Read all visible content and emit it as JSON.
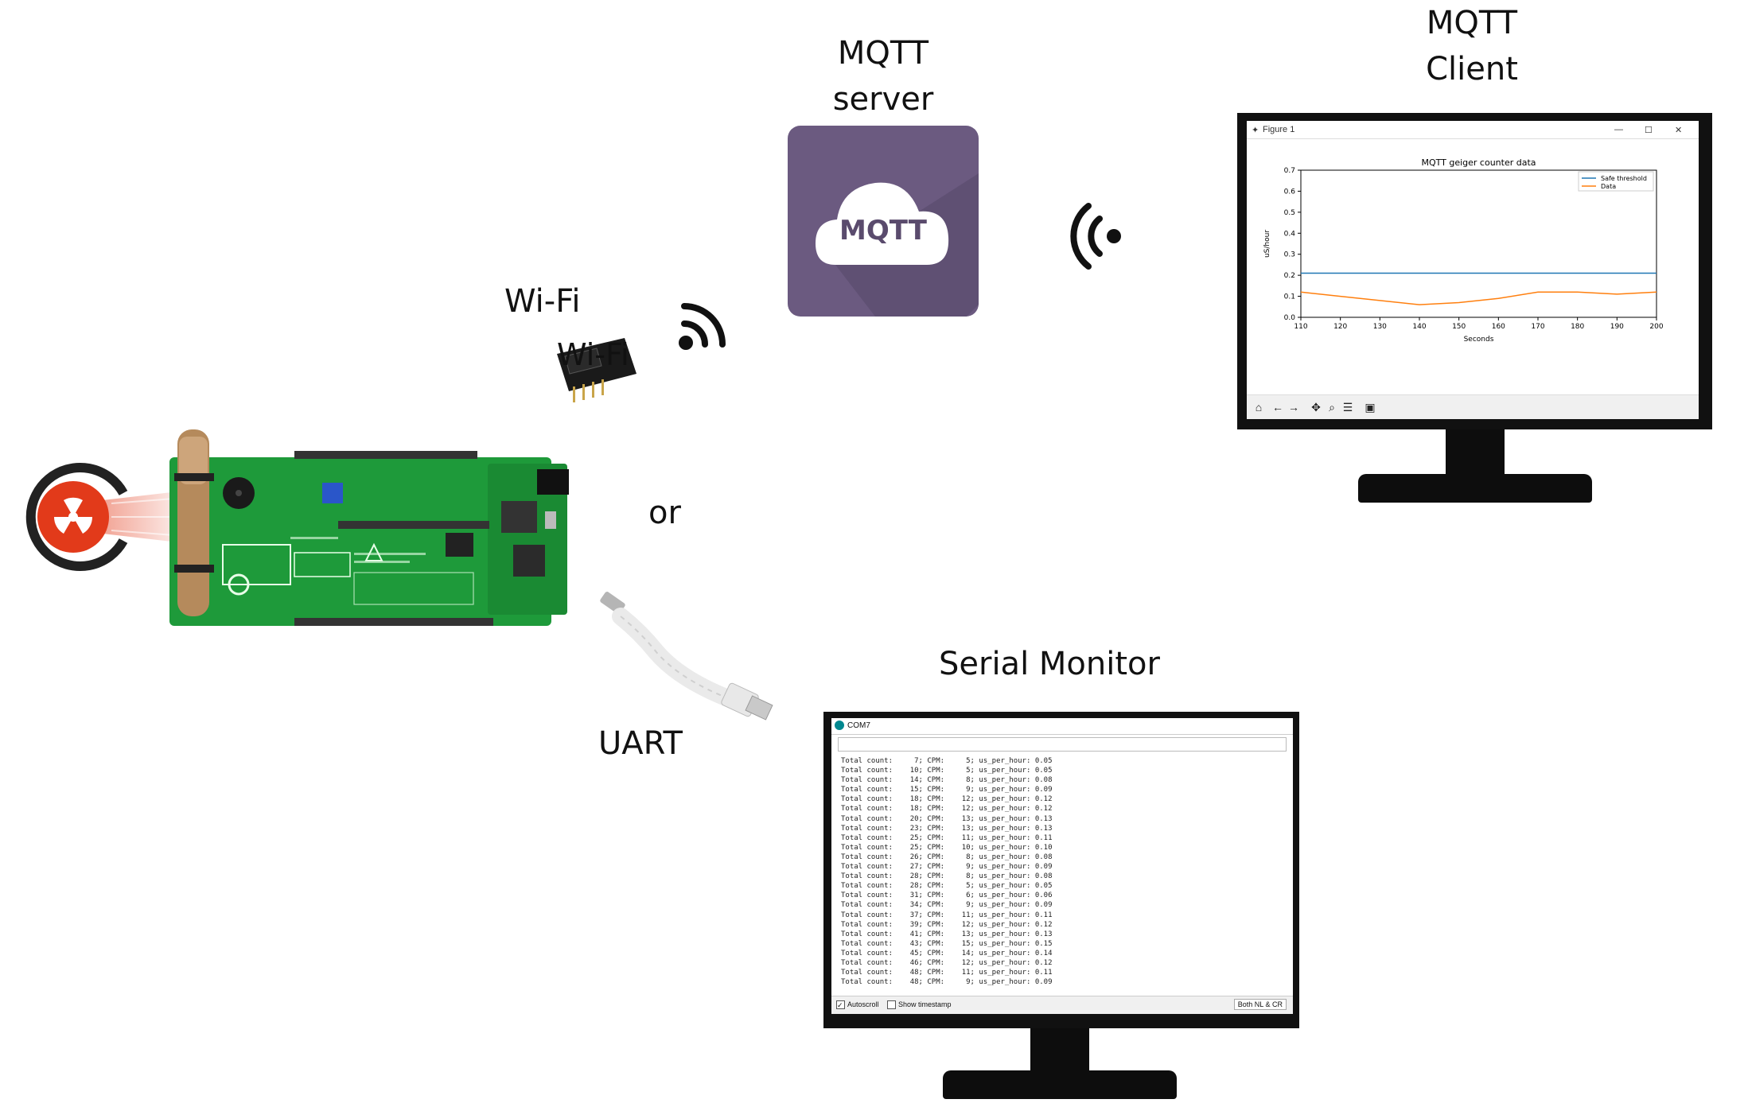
{
  "labels": {
    "mqtt_server": [
      "MQTT",
      "server"
    ],
    "mqtt_client": [
      "MQTT",
      "Client"
    ],
    "wifi": "Wi-Fi",
    "wifi_module_overlay": "Wi-Fi",
    "or": "or",
    "uart": "UART",
    "serial_monitor": "Serial Monitor",
    "mqtt_logo": "MQTT"
  },
  "colors": {
    "mqtt_tile": "#6b5a80",
    "radiation_red": "#e23a1a",
    "pcb_green": "#1e9a3a",
    "threshold_line": "#1f77b4",
    "data_line": "#ff7f0e"
  },
  "plot_window": {
    "title": "Figure 1",
    "controls": [
      "—",
      "☐",
      "✕"
    ],
    "toolbar_icons": [
      "home-icon",
      "back-icon",
      "forward-icon",
      "pan-icon",
      "zoom-icon",
      "configure-icon",
      "save-icon"
    ]
  },
  "chart_data": {
    "type": "line",
    "title": "MQTT geiger counter data",
    "xlabel": "Seconds",
    "ylabel": "uS/hour",
    "xlim": [
      110,
      200
    ],
    "ylim": [
      0.0,
      0.7
    ],
    "x_ticks": [
      "110",
      "120",
      "130",
      "140",
      "150",
      "160",
      "170",
      "180",
      "190",
      "200"
    ],
    "y_ticks": [
      "0.0",
      "0.1",
      "0.2",
      "0.3",
      "0.4",
      "0.5",
      "0.6",
      "0.7"
    ],
    "legend_position": "top-right",
    "series": [
      {
        "name": "Safe threshold",
        "color": "#1f77b4",
        "x": [
          110,
          200
        ],
        "y": [
          0.21,
          0.21
        ]
      },
      {
        "name": "Data",
        "color": "#ff7f0e",
        "x": [
          110,
          120,
          130,
          140,
          150,
          160,
          170,
          180,
          190,
          200
        ],
        "y": [
          0.12,
          0.1,
          0.08,
          0.06,
          0.07,
          0.09,
          0.12,
          0.12,
          0.11,
          0.12
        ]
      }
    ]
  },
  "serial_monitor": {
    "title": "COM7",
    "lines": [
      "Total count:     7; CPM:     5; us_per_hour: 0.05",
      "Total count:    10; CPM:     5; us_per_hour: 0.05",
      "Total count:    14; CPM:     8; us_per_hour: 0.08",
      "Total count:    15; CPM:     9; us_per_hour: 0.09",
      "Total count:    18; CPM:    12; us_per_hour: 0.12",
      "Total count:    18; CPM:    12; us_per_hour: 0.12",
      "Total count:    20; CPM:    13; us_per_hour: 0.13",
      "Total count:    23; CPM:    13; us_per_hour: 0.13",
      "Total count:    25; CPM:    11; us_per_hour: 0.11",
      "Total count:    25; CPM:    10; us_per_hour: 0.10",
      "Total count:    26; CPM:     8; us_per_hour: 0.08",
      "Total count:    27; CPM:     9; us_per_hour: 0.09",
      "Total count:    28; CPM:     8; us_per_hour: 0.08",
      "Total count:    28; CPM:     5; us_per_hour: 0.05",
      "Total count:    31; CPM:     6; us_per_hour: 0.06",
      "Total count:    34; CPM:     9; us_per_hour: 0.09",
      "Total count:    37; CPM:    11; us_per_hour: 0.11",
      "Total count:    39; CPM:    12; us_per_hour: 0.12",
      "Total count:    41; CPM:    13; us_per_hour: 0.13",
      "Total count:    43; CPM:    15; us_per_hour: 0.15",
      "Total count:    45; CPM:    14; us_per_hour: 0.14",
      "Total count:    46; CPM:    12; us_per_hour: 0.12",
      "Total count:    48; CPM:    11; us_per_hour: 0.11",
      "Total count:    48; CPM:     9; us_per_hour: 0.09"
    ],
    "autoscroll_label": "Autoscroll",
    "timestamp_label": "Show timestamp",
    "line_ending": "Both NL & CR"
  }
}
